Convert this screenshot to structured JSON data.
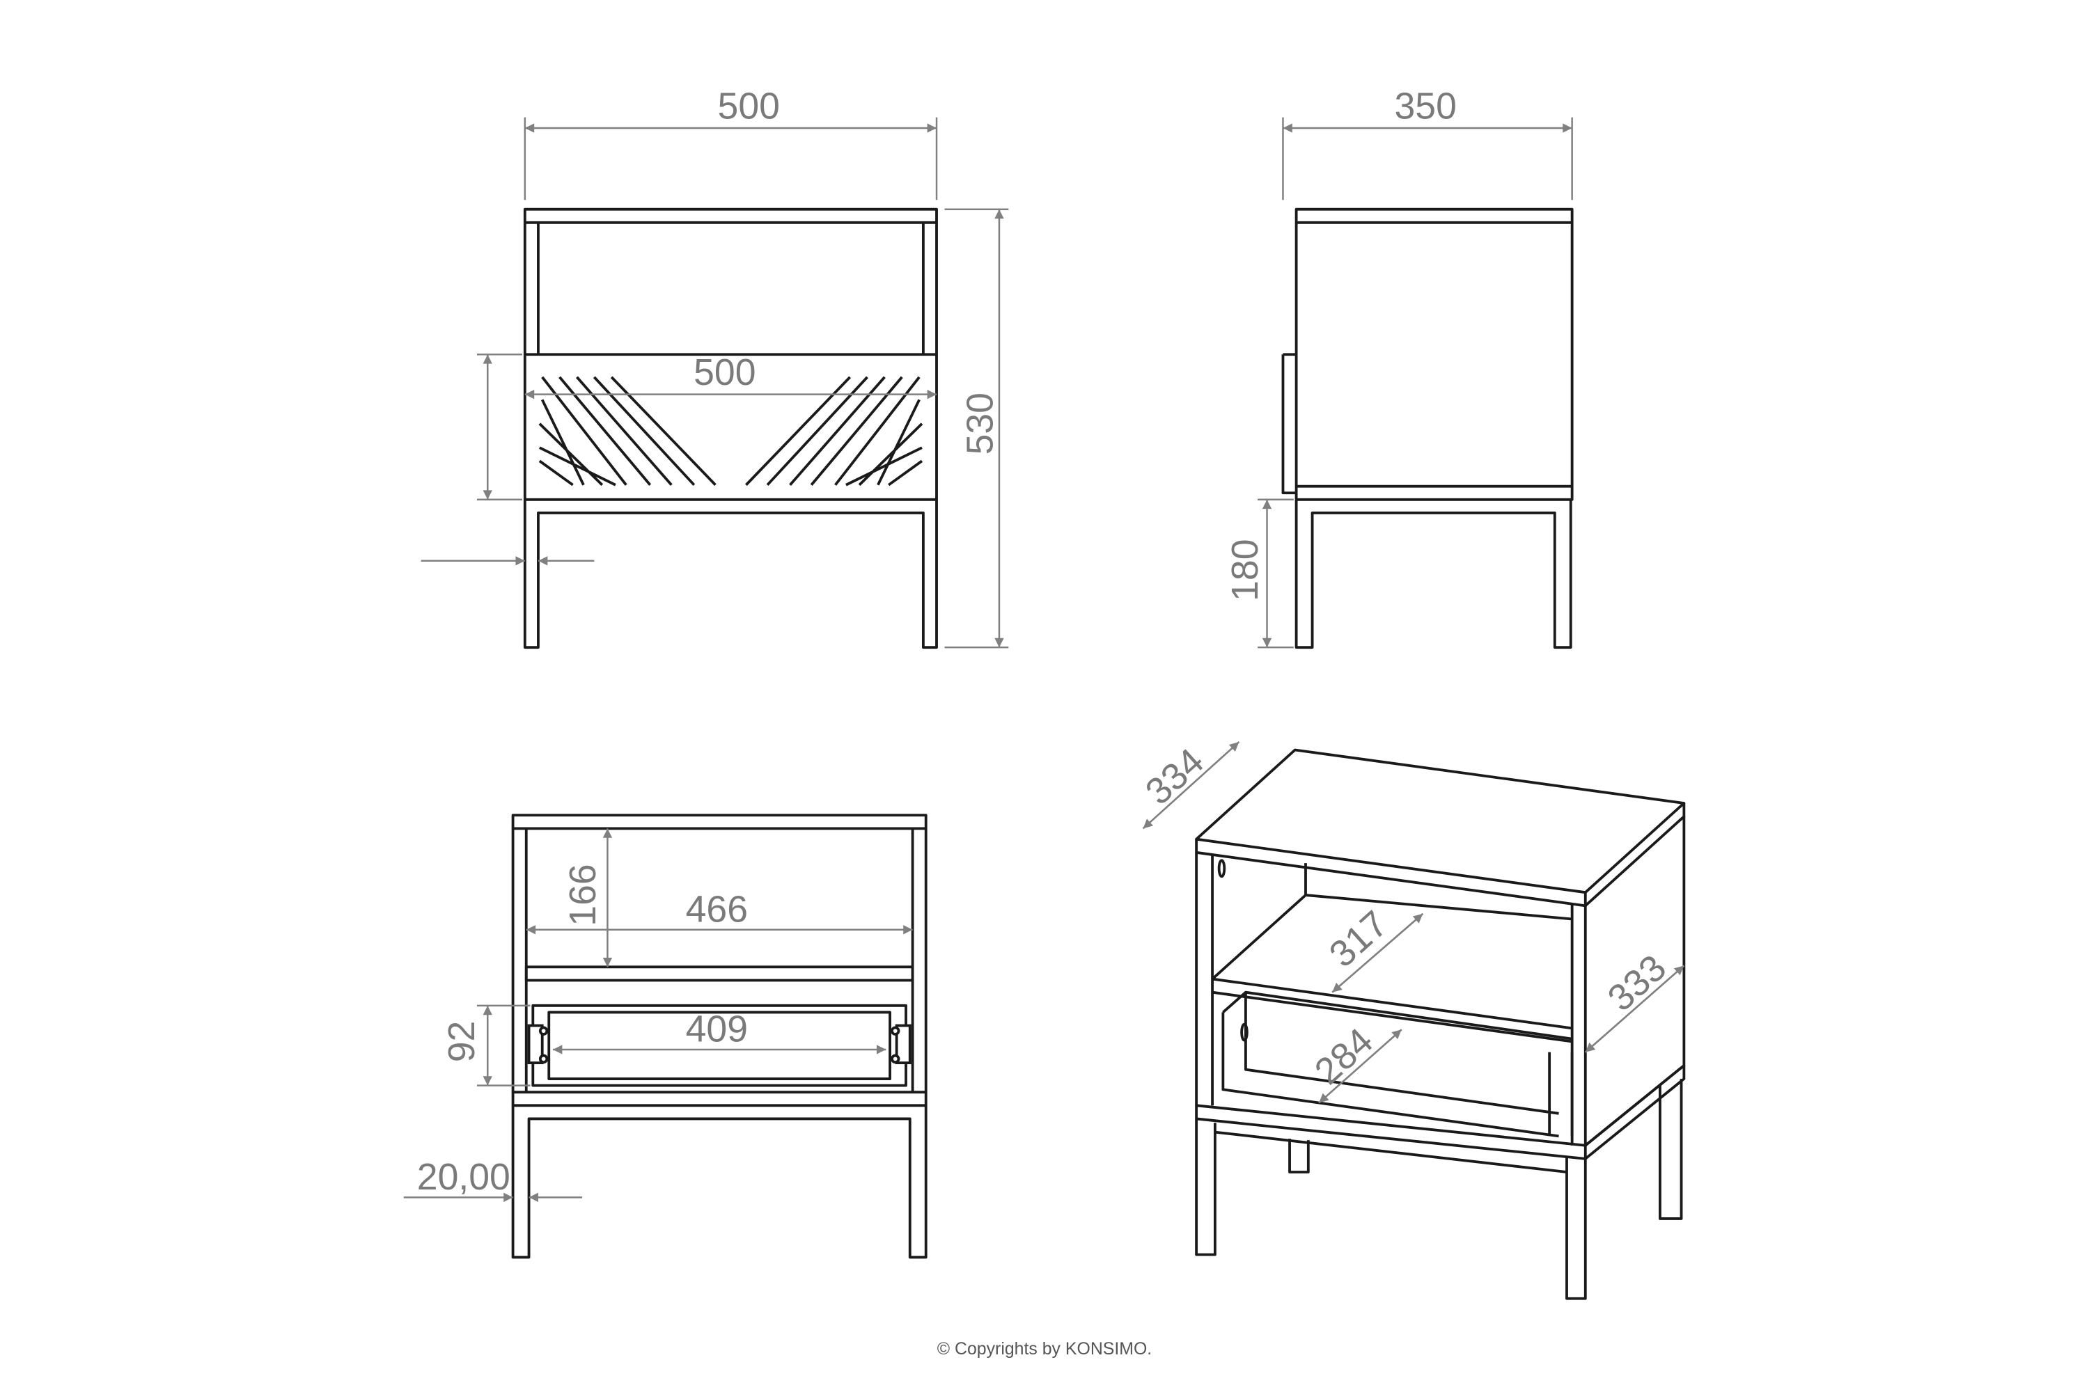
{
  "front_view": {
    "width_label": "500",
    "height_label": "530",
    "drawer_width_label": "500"
  },
  "side_view": {
    "depth_label": "350",
    "leg_height_label": "180"
  },
  "open_front_view": {
    "shelf_height_label": "166",
    "inner_width_label": "466",
    "drawer_height_label": "92",
    "drawer_inner_width_label": "409",
    "leg_width_label": "20,00"
  },
  "iso_view": {
    "top_depth_label": "334",
    "shelf_depth_label": "317",
    "side_depth_label": "333",
    "drawer_depth_label": "284"
  },
  "footer": {
    "copyright": "© Copyrights by KONSIMO."
  },
  "colors": {
    "line": "#1a1a1a",
    "dimension": "#808080"
  }
}
